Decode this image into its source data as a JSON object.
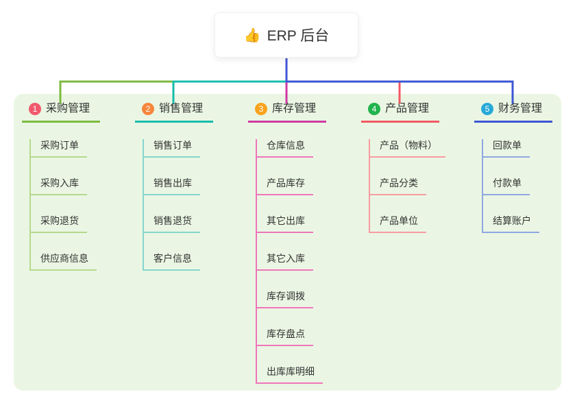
{
  "root": {
    "icon": "👍",
    "title": "ERP 后台"
  },
  "colors": {
    "canvas": "#ffffff",
    "panel": "#eaf6e3",
    "root_stem": "#4156d6",
    "text": "#333333"
  },
  "branches": [
    {
      "number": "1",
      "label": "采购管理",
      "color": "#7cb93f",
      "light_color": "#b5d98d",
      "badge_color": "#f2586c",
      "children": [
        "采购订单",
        "采购入库",
        "采购退货",
        "供应商信息"
      ]
    },
    {
      "number": "2",
      "label": "销售管理",
      "color": "#16bcac",
      "light_color": "#84d5cd",
      "badge_color": "#f8863c",
      "children": [
        "销售订单",
        "销售出库",
        "销售退货",
        "客户信息"
      ]
    },
    {
      "number": "3",
      "label": "库存管理",
      "color": "#cf3aa2",
      "light_color": "#f075ba",
      "badge_color": "#f9a21d",
      "children": [
        "仓库信息",
        "产品库存",
        "其它出库",
        "其它入库",
        "库存调拨",
        "库存盘点",
        "出库库明细"
      ]
    },
    {
      "number": "4",
      "label": "产品管理",
      "color": "#f25862",
      "light_color": "#f89ba2",
      "badge_color": "#21b34c",
      "children": [
        "产品（物料）",
        "产品分类",
        "产品单位"
      ]
    },
    {
      "number": "5",
      "label": "财务管理",
      "color": "#3c55d4",
      "light_color": "#8ea7e2",
      "badge_color": "#28a9d8",
      "children": [
        "回款单",
        "付款单",
        "结算账户"
      ]
    }
  ]
}
